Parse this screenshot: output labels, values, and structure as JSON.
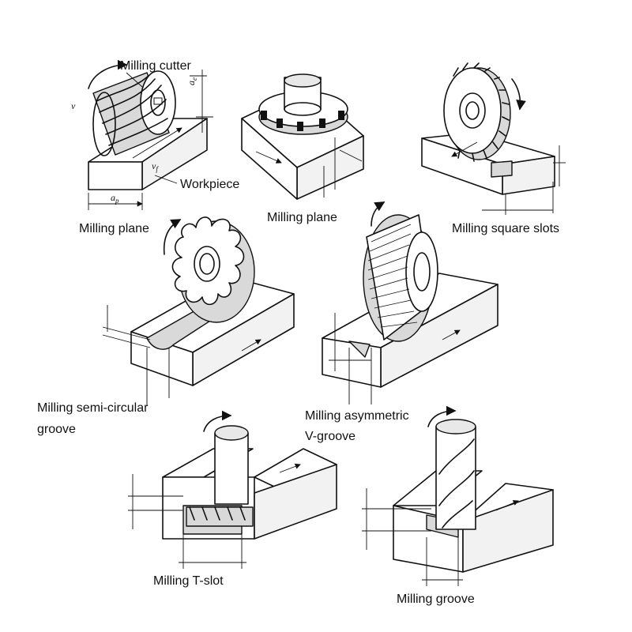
{
  "labels": {
    "milling_cutter": "Milling cutter",
    "workpiece": "Workpiece",
    "milling_plane_1": "Milling plane",
    "milling_plane_2": "Milling plane",
    "milling_square_slots": "Milling square slots",
    "milling_semi_circular_line1": "Milling semi-circular",
    "milling_semi_circular_line2": "groove",
    "milling_asymmetric_line1": "Milling asymmetric",
    "milling_asymmetric_line2": "V-groove",
    "milling_t_slot": "Milling T-slot",
    "milling_groove": "Milling groove"
  },
  "symbols": {
    "cutting_speed": "v",
    "feed_speed": "v",
    "feed_subscript": "f",
    "depth_of_cut": "a",
    "depth_subscript": "e",
    "width_of_cut": "a",
    "width_subscript": "p"
  }
}
